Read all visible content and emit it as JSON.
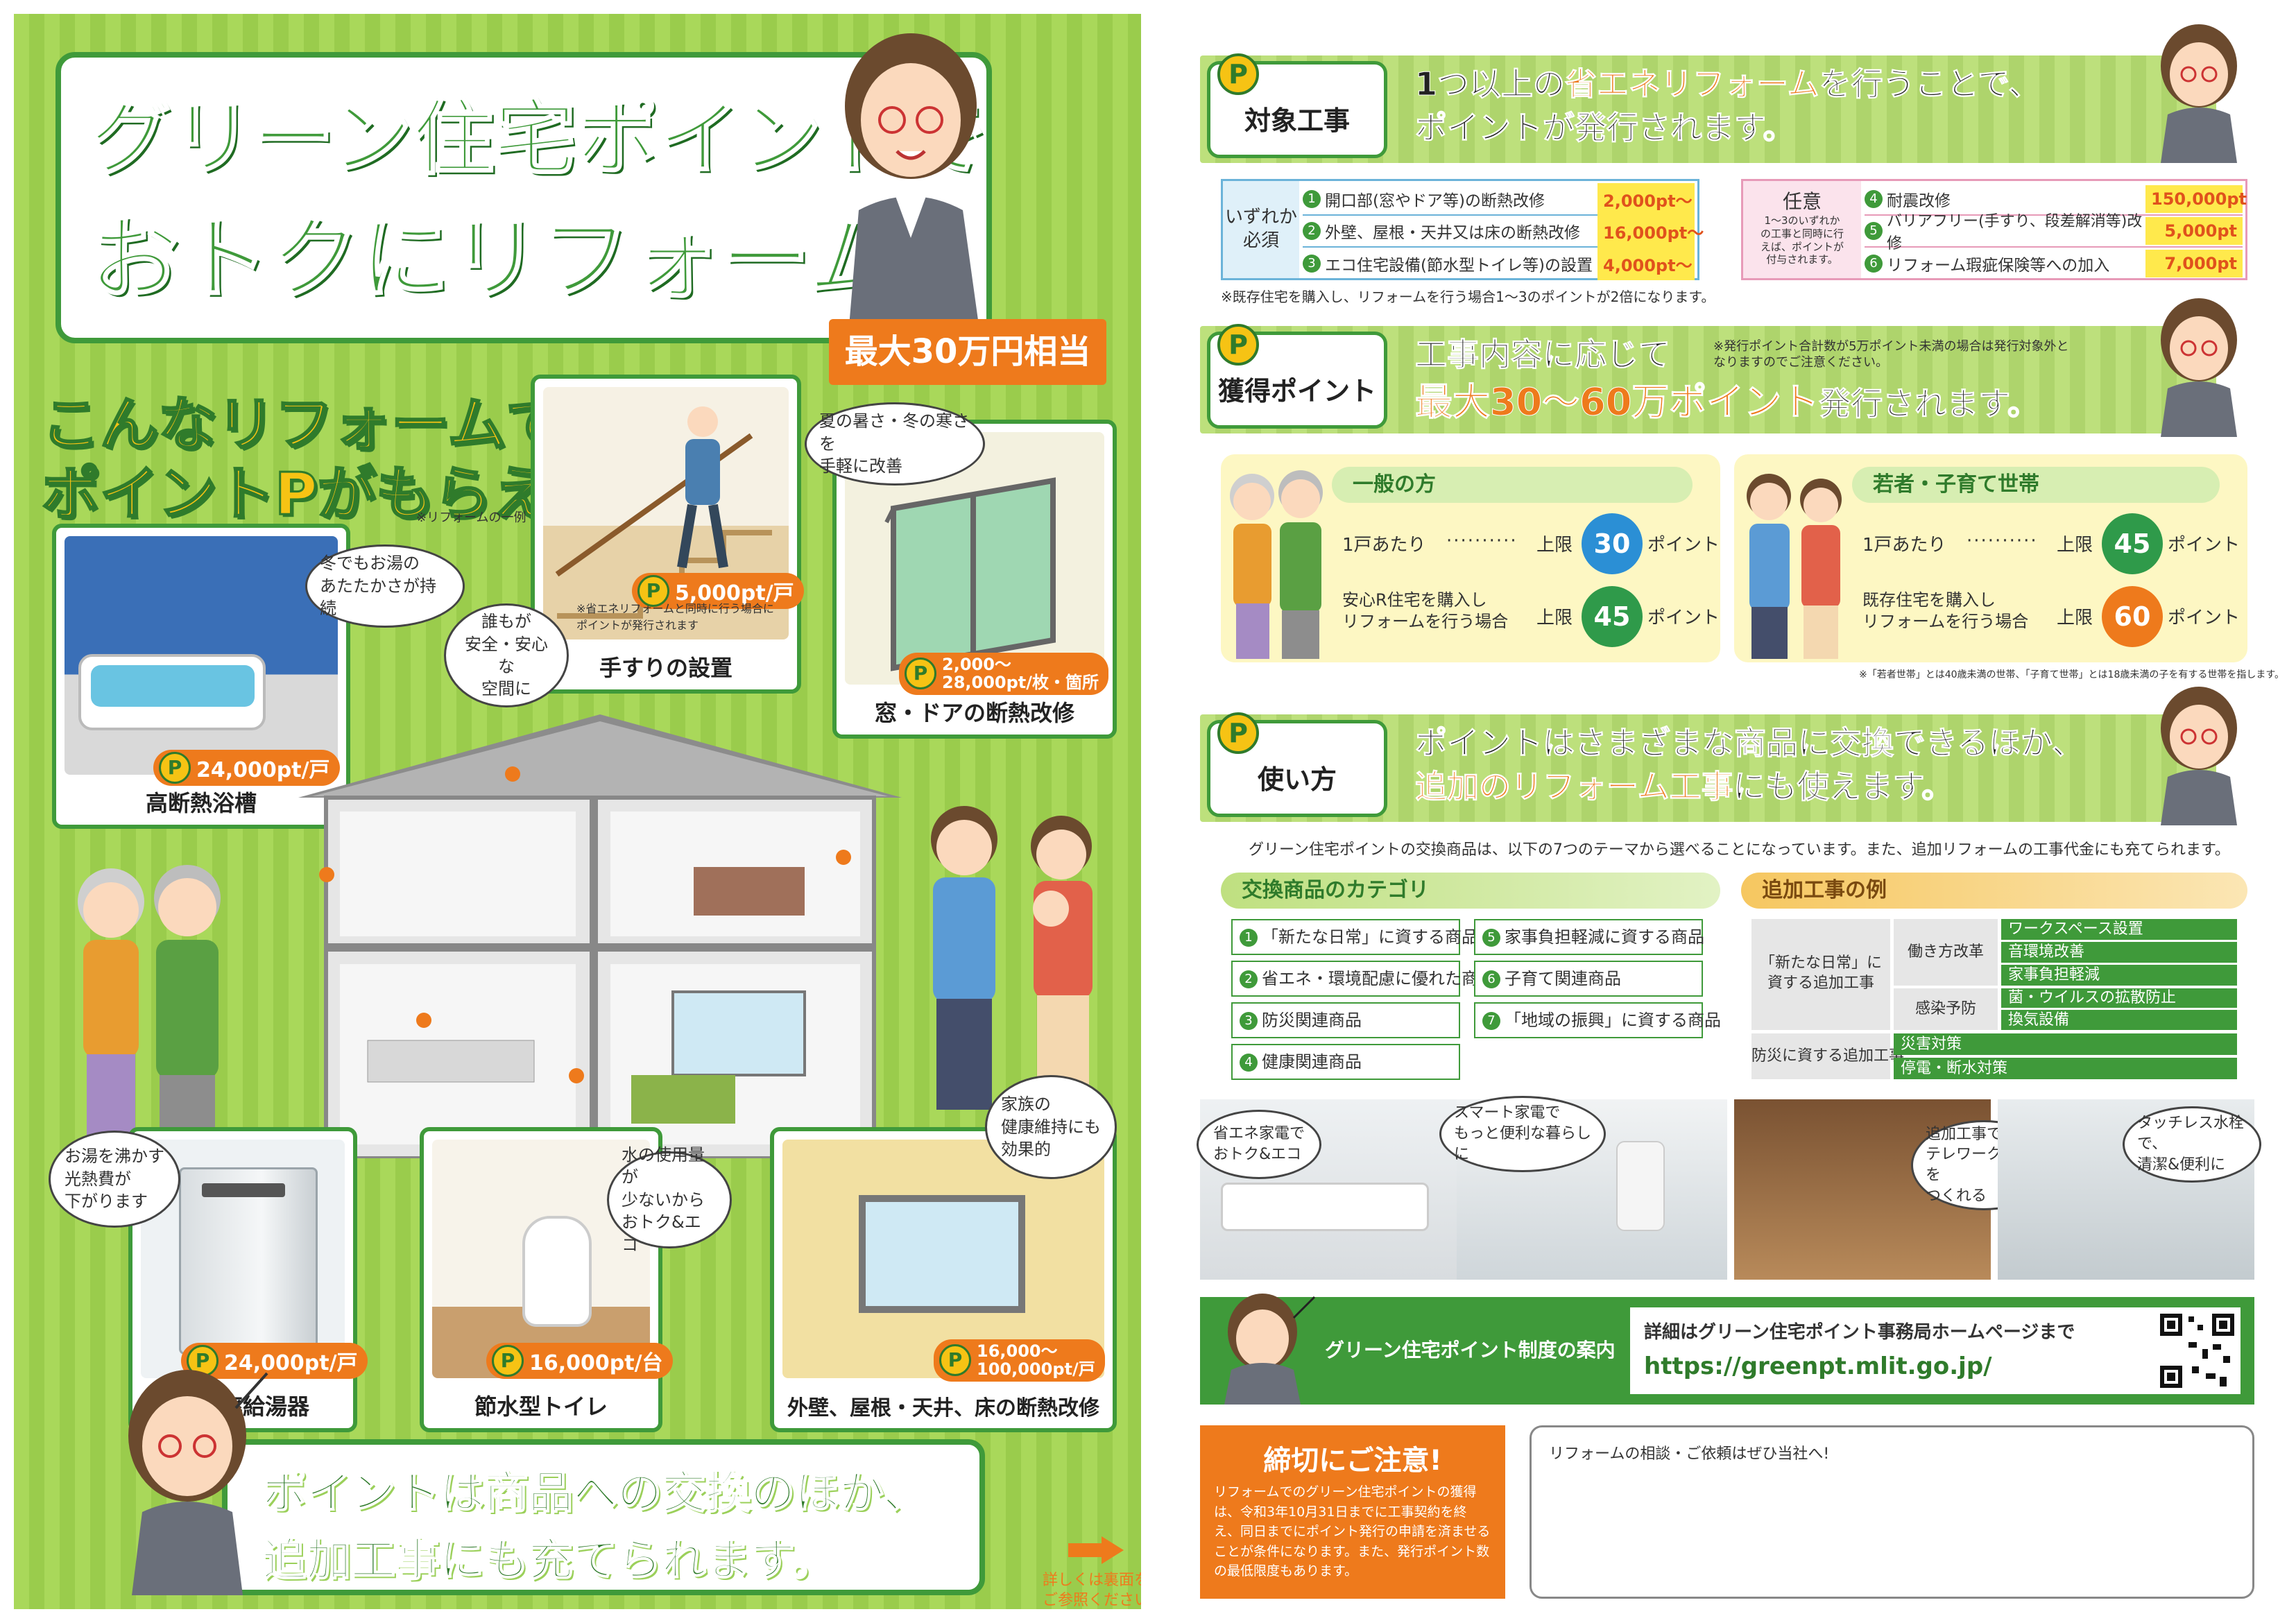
{
  "left": {
    "title_line1": "グリーン住宅ポイントで",
    "title_line2": "おトクにリフォーム!",
    "ribbon": "最大30万円相当",
    "subtitle_line1": "こんなリフォームで",
    "subtitle_line2": "ポイントPがもらえます!",
    "example_note": "※リフォームの一例",
    "items": [
      {
        "label": "高断熱浴槽",
        "points": "24,000pt/戸",
        "bubble": "冬でもお湯の\nあたたかさが持続"
      },
      {
        "label": "手すりの設置",
        "points": "5,000pt/戸",
        "bubble": "誰もが\n安全・安心な\n空間に",
        "note": "※省エネリフォームと同時に行う場合に\nポイントが発行されます"
      },
      {
        "label": "窓・ドアの断熱改修",
        "points": "2,000〜\n28,000pt/枚・箇所",
        "bubble": "夏の暑さ・冬の寒さを\n手軽に改善"
      },
      {
        "label": "高効率給湯器",
        "points": "24,000pt/戸",
        "bubble": "お湯を沸かす\n光熱費が\n下がります"
      },
      {
        "label": "節水型トイレ",
        "points": "16,000pt/台",
        "bubble": "水の使用量が\n少ないから\nおトク&エコ"
      },
      {
        "label": "外壁、屋根・天井、床の断熱改修",
        "points": "16,000〜\n100,000pt/戸",
        "bubble": "家族の\n健康維持にも\n効果的"
      }
    ],
    "bottom_line1": "ポイントは商品への交換のほか、",
    "bottom_line2": "追加工事にも充てられます。",
    "see_back": "詳しくは裏面を\nご参照ください"
  },
  "right": {
    "sec1": {
      "tag": "対象工事",
      "headline1_a": "1つ以上の",
      "headline1_b": "省エネリフォーム",
      "headline1_c": "を行うことで、",
      "headline2": "ポイントが発行されます。",
      "required_label": "いずれか\n必須",
      "required": [
        {
          "n": "1",
          "text": "開口部(窓やドア等)の断熱改修",
          "pt": "2,000pt〜"
        },
        {
          "n": "2",
          "text": "外壁、屋根・天井又は床の断熱改修",
          "pt": "16,000pt〜"
        },
        {
          "n": "3",
          "text": "エコ住宅設備(節水型トイレ等)の設置",
          "pt": "4,000pt〜"
        }
      ],
      "optional_label": "任意",
      "optional_note": "1〜3のいずれか\nの工事と同時に行\nえば、ポイントが\n付与されます。",
      "optional": [
        {
          "n": "4",
          "text": "耐震改修",
          "pt": "150,000pt"
        },
        {
          "n": "5",
          "text": "バリアフリー(手すり、段差解消等)改修",
          "pt": "5,000pt"
        },
        {
          "n": "6",
          "text": "リフォーム瑕疵保険等への加入",
          "pt": "7,000pt"
        }
      ],
      "footnote": "※既存住宅を購入し、リフォームを行う場合1〜3のポイントが2倍になります。"
    },
    "sec2": {
      "tag": "獲得ポイント",
      "headline1": "工事内容に応じて",
      "headline2_a": "最大30〜60万ポイント",
      "headline2_b": "発行されます。",
      "note": "※発行ポイント合計数が5万ポイント未満の場合は発行対象外と\nなりますのでご注意ください。",
      "general_title": "一般の方",
      "young_title": "若者・子育て世帯",
      "per_house": "1戸あたり",
      "general_buy": "安心R住宅を購入し\nリフォームを行う場合",
      "young_buy": "既存住宅を購入し\nリフォームを行う場合",
      "limit": "上限",
      "point": "ポイント",
      "general_v1": "30万",
      "general_v2": "45万",
      "young_v1": "45万",
      "young_v2": "60万",
      "footnote": "※「若者世帯」とは40歳未満の世帯、「子育て世帯」とは18歳未満の子を有する世帯を指します。"
    },
    "sec3": {
      "tag": "使い方",
      "headline1": "ポイントはさまざまな商品に交換できるほか、",
      "headline2_a": "追加のリフォーム工事",
      "headline2_b": "にも使えます。",
      "intro": "グリーン住宅ポイントの交換商品は、以下の7つのテーマから選べることになっています。また、追加リフォームの工事代金にも充てられます。",
      "cat_title": "交換商品のカテゴリ",
      "categories": [
        {
          "n": "1",
          "text": "「新たな日常」に資する商品"
        },
        {
          "n": "2",
          "text": "省エネ・環境配慮に優れた商品"
        },
        {
          "n": "3",
          "text": "防災関連商品"
        },
        {
          "n": "4",
          "text": "健康関連商品"
        },
        {
          "n": "5",
          "text": "家事負担軽減に資する商品"
        },
        {
          "n": "6",
          "text": "子育て関連商品"
        },
        {
          "n": "7",
          "text": "「地域の振興」に資する商品"
        }
      ],
      "add_title": "追加工事の例",
      "add_group1": "「新たな日常」に\n資する追加工事",
      "add_sub1": "働き方改革",
      "add_sub1_items": [
        "ワークスペース設置",
        "音環境改善",
        "家事負担軽減"
      ],
      "add_sub2": "感染予防",
      "add_sub2_items": [
        "菌・ウイルスの拡散防止",
        "換気設備"
      ],
      "add_group2": "防災に資する追加工事",
      "add_group2_items": [
        "災害対策",
        "停電・断水対策"
      ]
    },
    "photos": [
      "省エネ家電で\nおトク&エコ",
      "スマート家電で\nもっと便利な暮らしに",
      "追加工事で\nテレワーク空間を\nつくれる",
      "タッチレス水栓で、\n清潔&便利に"
    ],
    "guide": {
      "label": "グリーン住宅ポイント制度の案内",
      "detail": "詳細はグリーン住宅ポイント事務局ホームページまで",
      "url": "https://greenpt.mlit.go.jp/"
    },
    "deadline": {
      "title": "締切にご注意!",
      "text": "リフォームでのグリーン住宅ポイントの獲得は、令和3年10月31日までに工事契約を終え、同日までにポイント発行の申請を済ませることが条件になります。また、発行ポイント数の最低限度もあります。"
    },
    "contact": "リフォームの相談・ご依頼はぜひ当社へ!"
  },
  "colors": {
    "green": "#3f9a3a",
    "orange": "#ee7a1c",
    "yellow": "#f6c314",
    "light_green": "#a9d85a"
  }
}
